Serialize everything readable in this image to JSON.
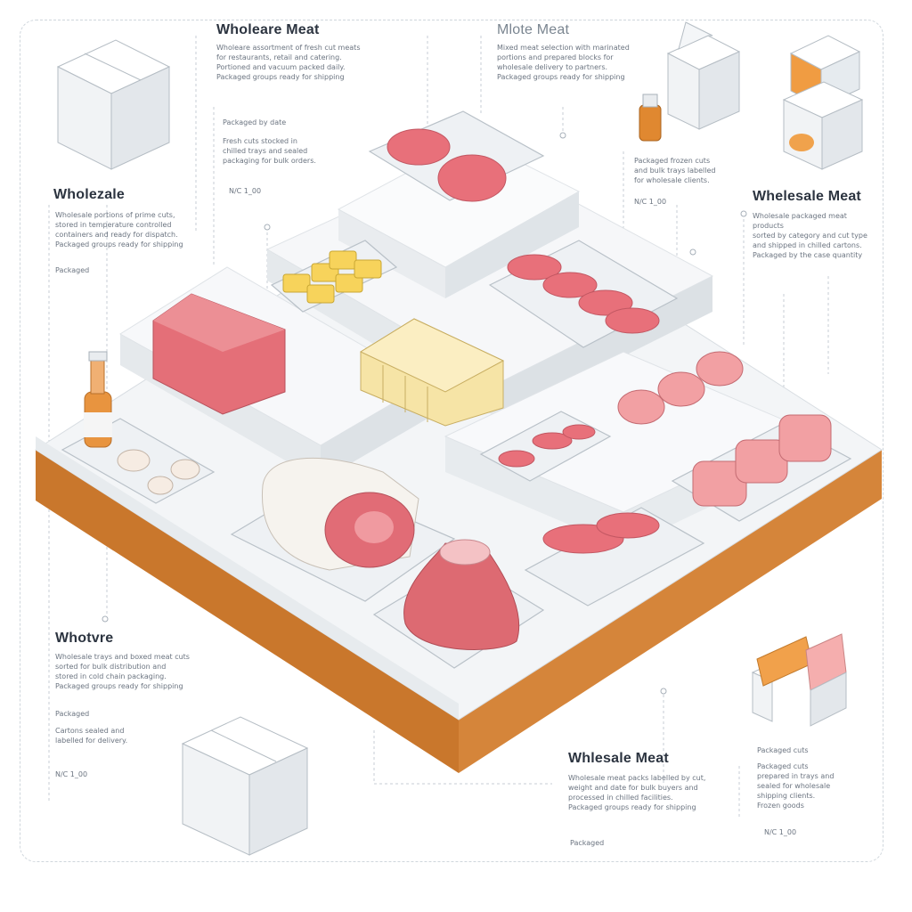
{
  "labels": [
    {
      "title": "Wholeare Meat",
      "style": "dark",
      "body": "Wholeare assortment of fresh cut meats\nfor restaurants, retail and catering.\nPortioned and vacuum packed daily.\nPackaged groups ready for shipping",
      "sub": "Packaged by date",
      "sub2": "Fresh cuts stocked in\nchilled trays and sealed\npackaging for bulk orders.",
      "code": "N/C  1_00"
    },
    {
      "title": "Mlote Meat",
      "style": "light",
      "body": "Mixed meat selection with marinated\nportions and prepared blocks for\nwholesale delivery to partners.\nPackaged groups ready for shipping"
    },
    {
      "title": "Wholezale",
      "style": "dark",
      "body": "Wholesale portions of prime cuts,\nstored in temperature controlled\ncontainers and ready for dispatch.\nPackaged groups ready for shipping",
      "sub": "Packaged"
    },
    {
      "title": "Whelesale Meat",
      "style": "dark",
      "body": "Wholesale packaged meat products\nsorted by category and cut type\nand shipped in chilled cartons.\nPackaged by the case quantity"
    },
    {
      "extra": "Packaged frozen cuts\nand bulk trays labelled\nfor wholesale clients.",
      "code": "N/C  1_00"
    },
    {
      "title": "Whotvre",
      "style": "dark",
      "body": "Wholesale trays and boxed meat cuts\nsorted for bulk distribution and\nstored in cold chain packaging.\nPackaged groups ready for shipping",
      "sub": "Packaged",
      "sub2": "Cartons sealed and\nlabelled for delivery.",
      "code": "N/C  1_00"
    },
    {
      "title": "Whlesale Meat",
      "style": "dark",
      "body": "Wholesale meat packs labelled by cut,\nweight and date for bulk buyers and\nprocessed in chilled facilities.\nPackaged groups ready for shipping",
      "sub": "Packaged"
    },
    {
      "extra": "Packaged cuts\nprepared in trays and\nsealed for wholesale\nshipping clients.\nFrozen goods",
      "code": "N/C  1_00",
      "sub": "Packaged cuts"
    }
  ]
}
